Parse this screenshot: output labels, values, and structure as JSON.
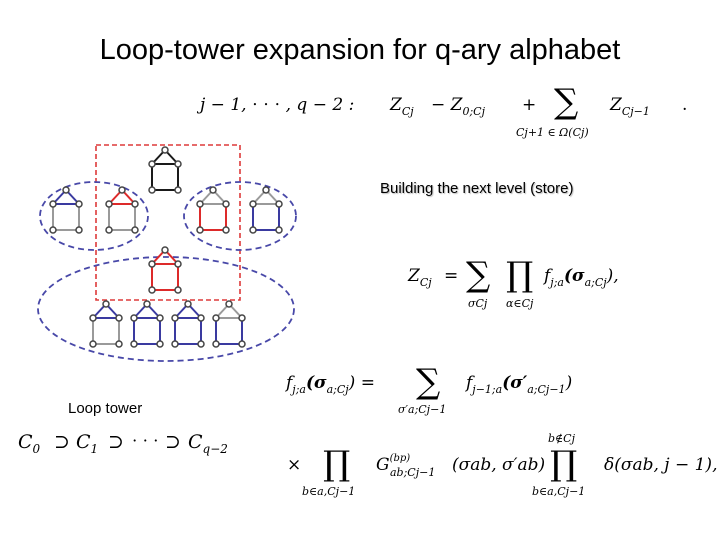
{
  "slide": {
    "title": "Loop-tower expansion for q-ary alphabet",
    "label_store": "Building the next level (store)",
    "label_tower": "Loop tower"
  },
  "equations": {
    "recursion": {
      "range": "j − 1, ⋅ ⋅ ⋅ , q − 2 :",
      "lhs": "Z",
      "lhs_sub": "Cj",
      "eq": "− Z",
      "term_sub": "0;Cj",
      "plus": "+",
      "sum_sub": "Cj+1 ∈ Ω(Cj)",
      "rhs": "Z",
      "rhs_sub": "Cj−1",
      "dot": "."
    },
    "partition": {
      "lhs": "Z",
      "lhs_sub": "Cj",
      "eq": "=",
      "sum_sub": "σCj",
      "prod_sub": "α∈Cj",
      "body": "f",
      "body_sub": "j;a",
      "arg": "(σ",
      "arg_sub": "a;Cj",
      "close": "),"
    },
    "factor": {
      "lhs": "f",
      "lhs_sub": "j;a",
      "arg": "(σ",
      "arg_sub": "a;Cj",
      "close": ") =",
      "sum_sub": "σ′a;Cj−1",
      "body": "f",
      "body_sub": "j−1;a",
      "arg2": "(σ′",
      "arg2_sub": "a;Cj−1",
      "close2": ")"
    },
    "factor2": {
      "times": "×",
      "prod_sub": "b∈a,Cj−1",
      "g": "G",
      "g_sup": "(bp)",
      "g_sub": "ab;Cj−1",
      "g_arg": "(σab, σ′ab)",
      "prod2_sup": "b∉Cj",
      "prod2_sub": "b∈a,Cj−1",
      "delta": "δ(σab, j − 1),"
    },
    "chain": {
      "c0": "C",
      "c0_sub": "0",
      "sup1": "⊃",
      "c1": "C",
      "c1_sub": "1",
      "sup2": "⊃",
      "dots": "⋅ ⋅ ⋅",
      "sup3": "⊃",
      "cq": "C",
      "cq_sub": "q−2"
    }
  },
  "colors": {
    "red": "#dd2a2a",
    "black": "#1a1a1a",
    "blue": "#3a3aa0",
    "gray": "#9a9a9a",
    "dash_blue": "#4848a8",
    "dash_red": "#dd3a3a"
  }
}
